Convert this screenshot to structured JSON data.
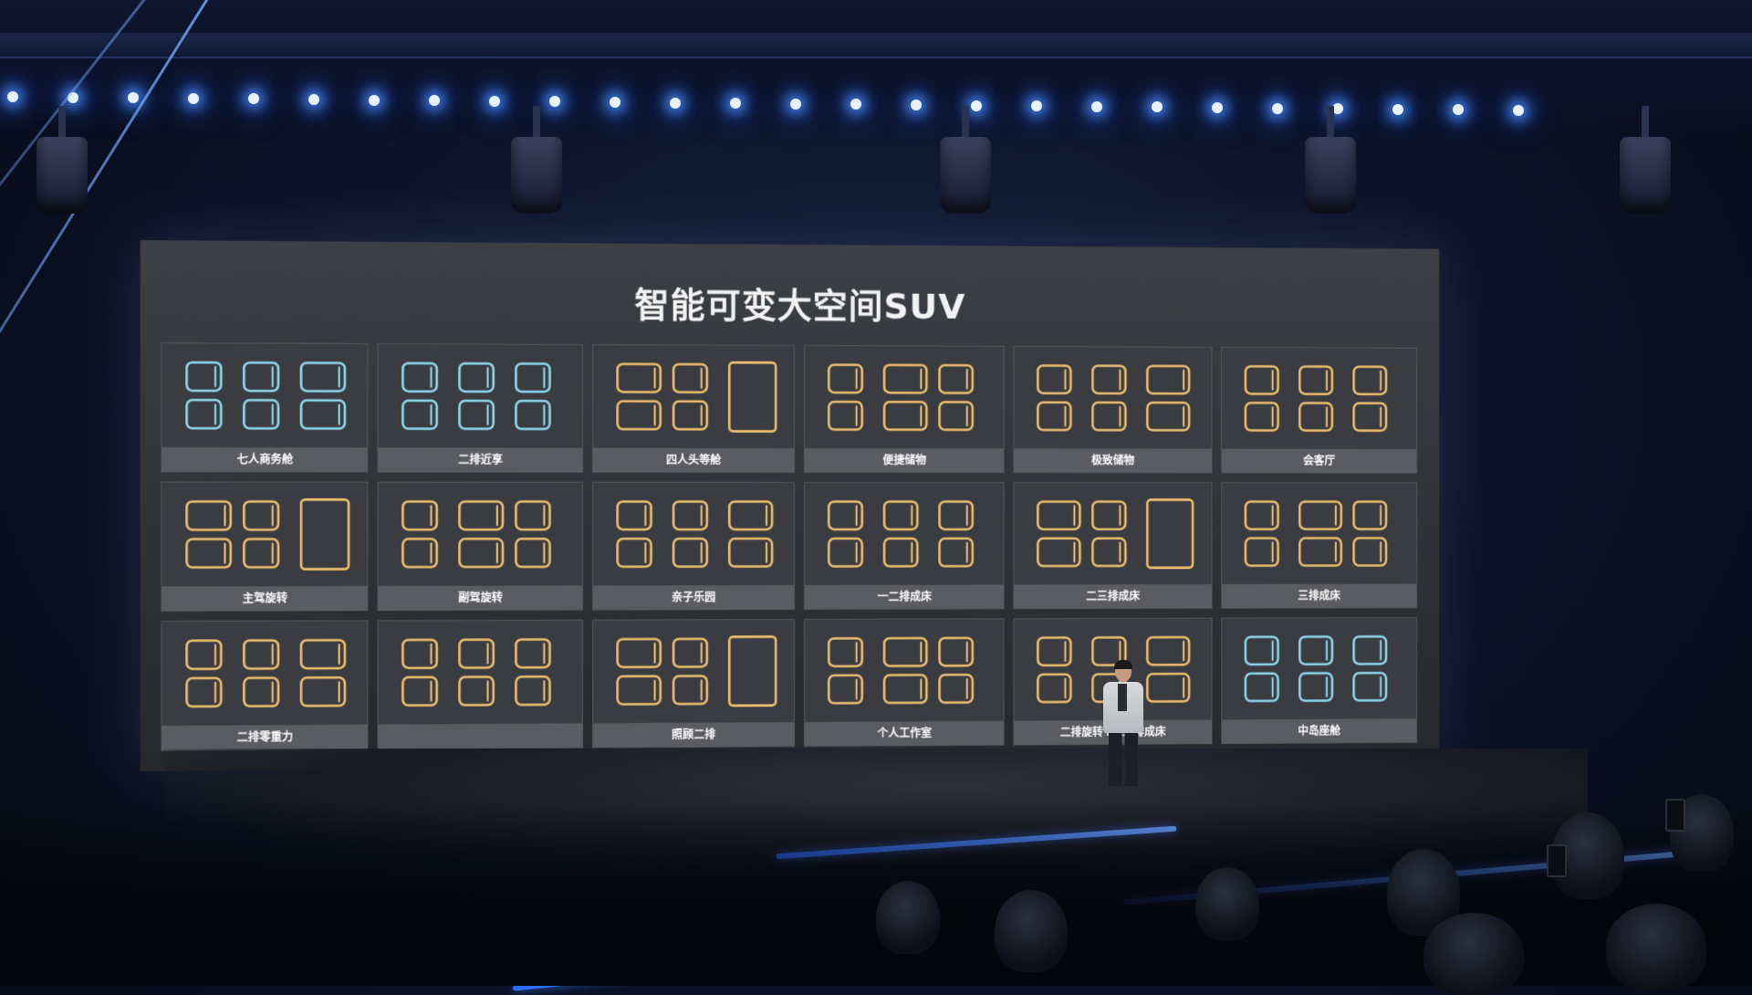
{
  "slide": {
    "title": "智能可变大空间SUV",
    "configurations": [
      {
        "label": "七人商务舱",
        "accent": "#8fdaf0"
      },
      {
        "label": "二排近享",
        "accent": "#8fdaf0"
      },
      {
        "label": "四人头等舱",
        "accent": "#f0c070"
      },
      {
        "label": "便捷储物",
        "accent": "#f0c070"
      },
      {
        "label": "极致储物",
        "accent": "#f0c070"
      },
      {
        "label": "会客厅",
        "accent": "#f0c070"
      },
      {
        "label": "主驾旋转",
        "accent": "#f0c070"
      },
      {
        "label": "副驾旋转",
        "accent": "#f0c070"
      },
      {
        "label": "亲子乐园",
        "accent": "#f0c070"
      },
      {
        "label": "一二排成床",
        "accent": "#f0c070"
      },
      {
        "label": "二三排成床",
        "accent": "#f0c070"
      },
      {
        "label": "三排成床",
        "accent": "#f0c070"
      },
      {
        "label": "二排零重力",
        "accent": "#f0c070"
      },
      {
        "label": "",
        "accent": "#f0c070"
      },
      {
        "label": "照顾二排",
        "accent": "#f0c070"
      },
      {
        "label": "个人工作室",
        "accent": "#f0c070"
      },
      {
        "label": "二排旋转+二三排成床",
        "accent": "#f0c070"
      },
      {
        "label": "中岛座舱",
        "accent": "#8fdaf0"
      }
    ]
  },
  "colors": {
    "led": "#e8f2ff",
    "rail": "#2f6cff",
    "seat_outline_blue": "#8fdaf0",
    "seat_outline_gold": "#f0c070"
  }
}
